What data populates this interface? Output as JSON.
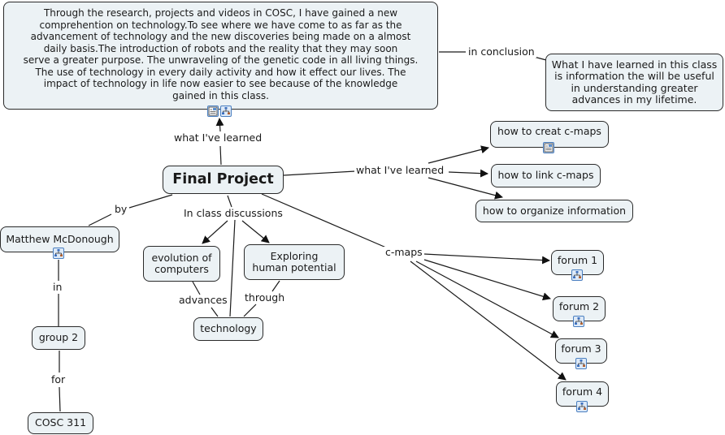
{
  "colors": {
    "node_fill": "#ecf2f5",
    "node_border": "#2a2a2a",
    "line": "#1a1a1a",
    "icon_border": "#4a7fc0"
  },
  "nodes": {
    "summary": "Through the research, projects and videos in COSC, I have gained a new\ncomprehention on technology.To see where we have come to as far as the\nadvancement of technology and the new discoveries being made on a almost\ndaily basis.The introduction of robots and the reality that they may soon\nserve a greater purpose.  The unwraveling of the genetic code in all living things.\nThe use of technology in every daily activity and how it effect our lives.  The\nimpact of technology in life now easier to see because of the knowledge\ngained in this class.",
    "conclusion": "What I have learned in this class\nis information the will be useful\nin understanding greater\nadvances in my lifetime.",
    "root": "Final Project",
    "create": "how to creat c-maps",
    "link": "how to link c-maps",
    "organize": "how to organize information",
    "author": "Matthew McDonough",
    "group": "group 2",
    "course": "COSC 311",
    "evolution": "evolution of\ncomputers",
    "exploring": "Exploring\nhuman potential",
    "technology": "technology",
    "forum1": "forum 1",
    "forum2": "forum 2",
    "forum3": "forum 3",
    "forum4": "forum 4"
  },
  "links": {
    "in_conclusion": "in conclusion",
    "learned_up": "what I've learned",
    "learned_right": "what I've learned",
    "by": "by",
    "in": "in",
    "for": "for",
    "discussions": "In class discussions",
    "advances": "advances",
    "through": "through",
    "cmaps": "c-maps"
  },
  "icons": {
    "resource": "document-image-icon",
    "submap": "concept-map-icon"
  }
}
